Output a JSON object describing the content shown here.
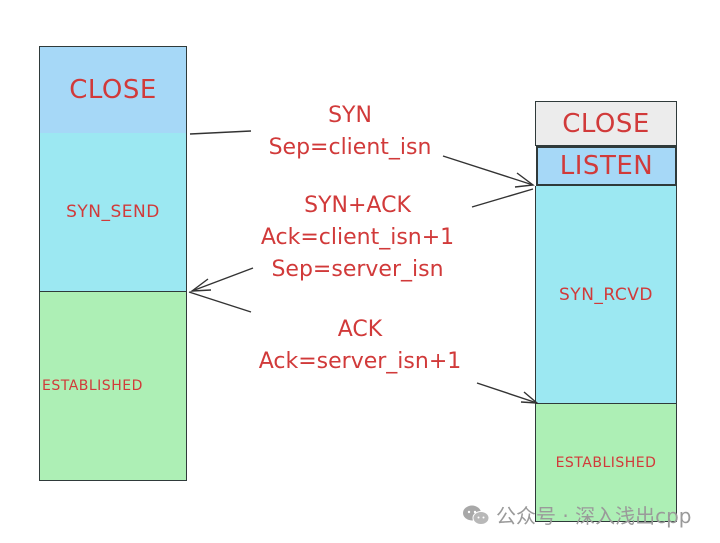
{
  "client": {
    "states": [
      {
        "label": "CLOSE",
        "color": "#a6d8f7"
      },
      {
        "label": "SYN_SEND",
        "color": "#9ce8f2"
      },
      {
        "label": "ESTABLISHED",
        "color": "#adefb5"
      }
    ]
  },
  "server": {
    "states": [
      {
        "label": "CLOSE",
        "color": "#ececec"
      },
      {
        "label": "LISTEN",
        "color": "#a6d8f7"
      },
      {
        "label": "SYN_RCVD",
        "color": "#9ce8f2"
      },
      {
        "label": "ESTABLISHED",
        "color": "#adefb5"
      }
    ]
  },
  "messages": [
    {
      "lines": [
        "SYN",
        "Sep=client_isn"
      ],
      "direction": "client-to-server"
    },
    {
      "lines": [
        "SYN+ACK",
        "Ack=client_isn+1",
        "Sep=server_isn"
      ],
      "direction": "server-to-client"
    },
    {
      "lines": [
        "ACK",
        "Ack=server_isn+1"
      ],
      "direction": "client-to-server"
    }
  ],
  "watermark": {
    "icon": "wechat-icon",
    "text": "公众号 · 深入浅出cpp"
  },
  "colors": {
    "label": "#d13a3a",
    "stroke": "#2f3a3a"
  }
}
